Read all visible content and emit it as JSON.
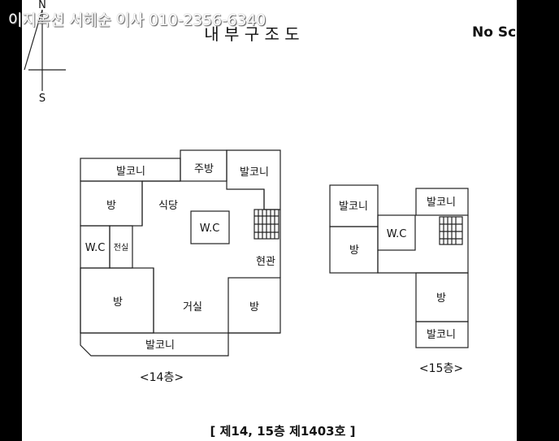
{
  "watermark": "이지옥션 서혜순 이사 010-2356-6340",
  "title": "내 부 구 조 도",
  "scale_note": "No Sca",
  "compass": {
    "north": "N",
    "south": "S"
  },
  "floor14": {
    "caption": "<14층>",
    "rooms": {
      "balcony_top": "발코니",
      "kitchen": "주방",
      "balcony_top_right": "발코니",
      "room_left": "방",
      "dining": "식당",
      "wc_center": "W.C",
      "wc_left": "W.C",
      "dressing": "전실",
      "entrance": "현관",
      "room_bottom_left": "방",
      "living": "거실",
      "room_bottom_right": "방",
      "balcony_bottom": "발코니"
    }
  },
  "floor15": {
    "caption": "<15층>",
    "rooms": {
      "balcony_left": "발코니",
      "balcony_right": "발코니",
      "wc": "W.C",
      "room_left": "방",
      "room_right": "방",
      "balcony_bottom": "발코니"
    }
  },
  "footer": "[ 제14, 15층 제1403호 ]"
}
